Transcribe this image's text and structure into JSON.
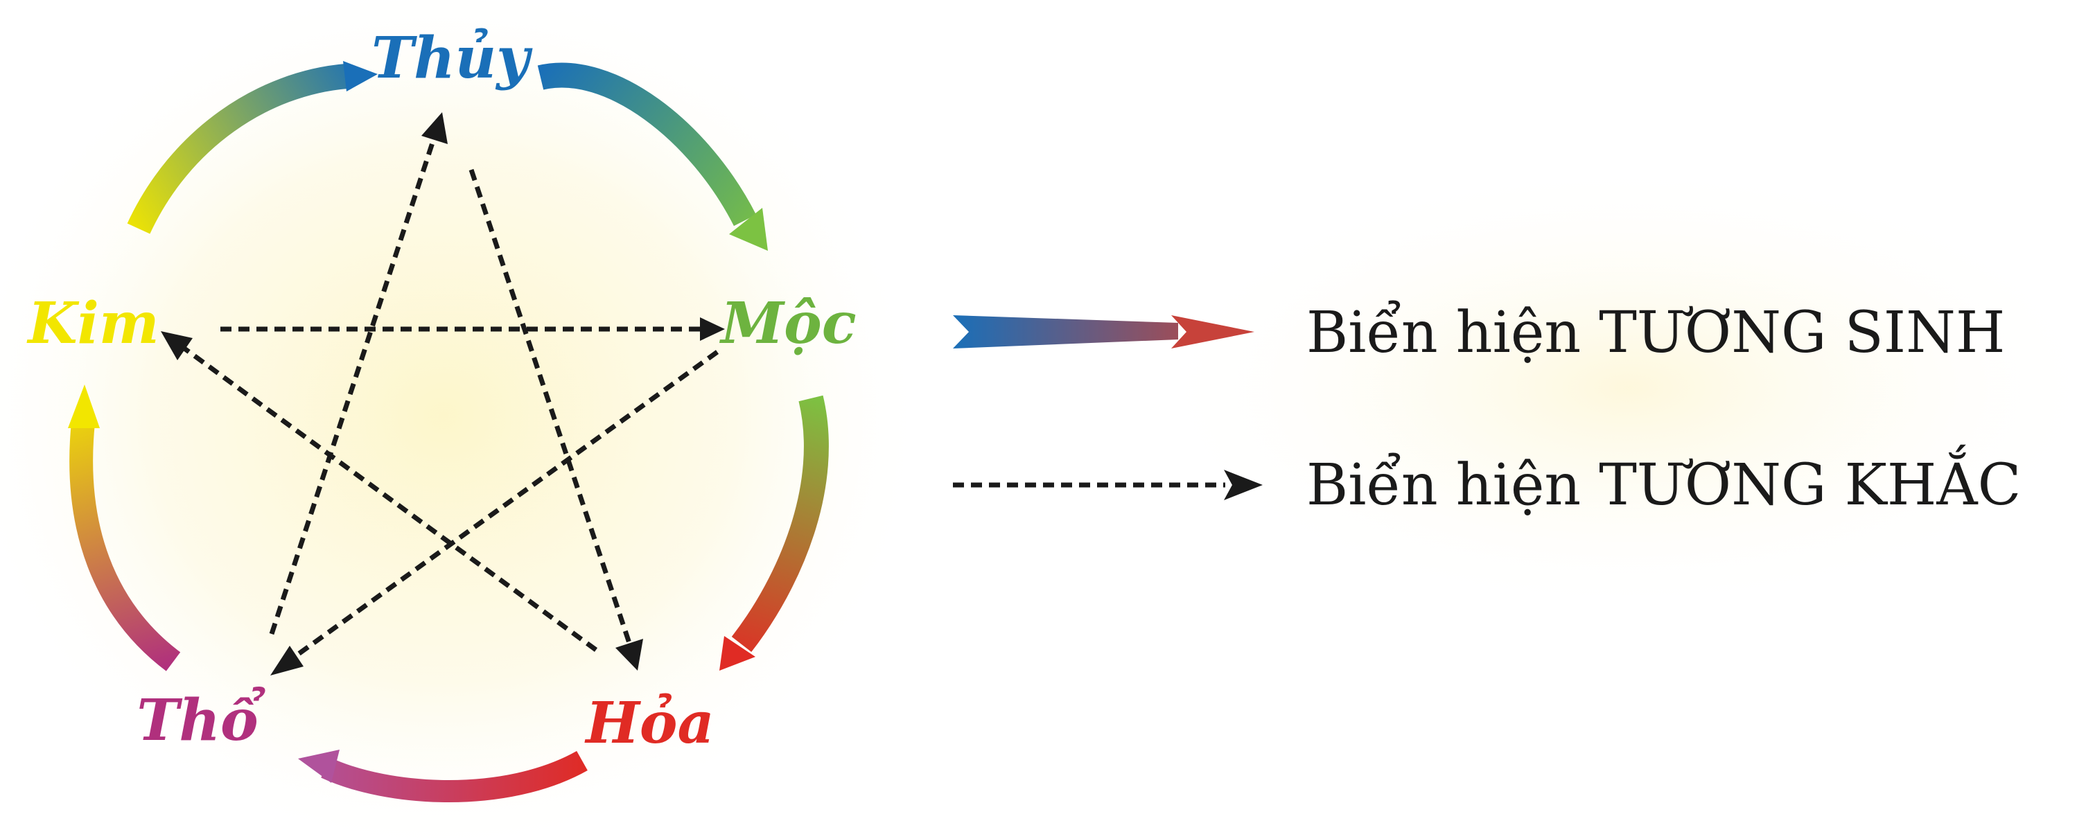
{
  "elements": [
    {
      "id": "thuy",
      "label": "Thủy",
      "color": "#1a6fb8"
    },
    {
      "id": "moc",
      "label": "Mộc",
      "color": "#6db33f"
    },
    {
      "id": "hoa",
      "label": "Hỏa",
      "color": "#e02b24"
    },
    {
      "id": "tho",
      "label": "Thổ",
      "color": "#b0307d"
    },
    {
      "id": "kim",
      "label": "Kim",
      "color": "#f2e600"
    }
  ],
  "generating_cycle": [
    "Thủy → Mộc",
    "Mộc → Hỏa",
    "Hỏa → Thổ",
    "Thổ → Kim",
    "Kim → Thủy"
  ],
  "overcoming_cycle": [
    "Thủy → Hỏa",
    "Hỏa → Kim",
    "Kim → Mộc",
    "Mộc → Thổ",
    "Thổ → Thủy"
  ],
  "legend": {
    "generating_label": "Biển hiện TƯƠNG SINH",
    "overcoming_label": "Biển hiện TƯƠNG KHẮC",
    "generating_colors": [
      "#1a6fb8",
      "#c7423a"
    ],
    "overcoming_color": "#1a1a1a"
  }
}
